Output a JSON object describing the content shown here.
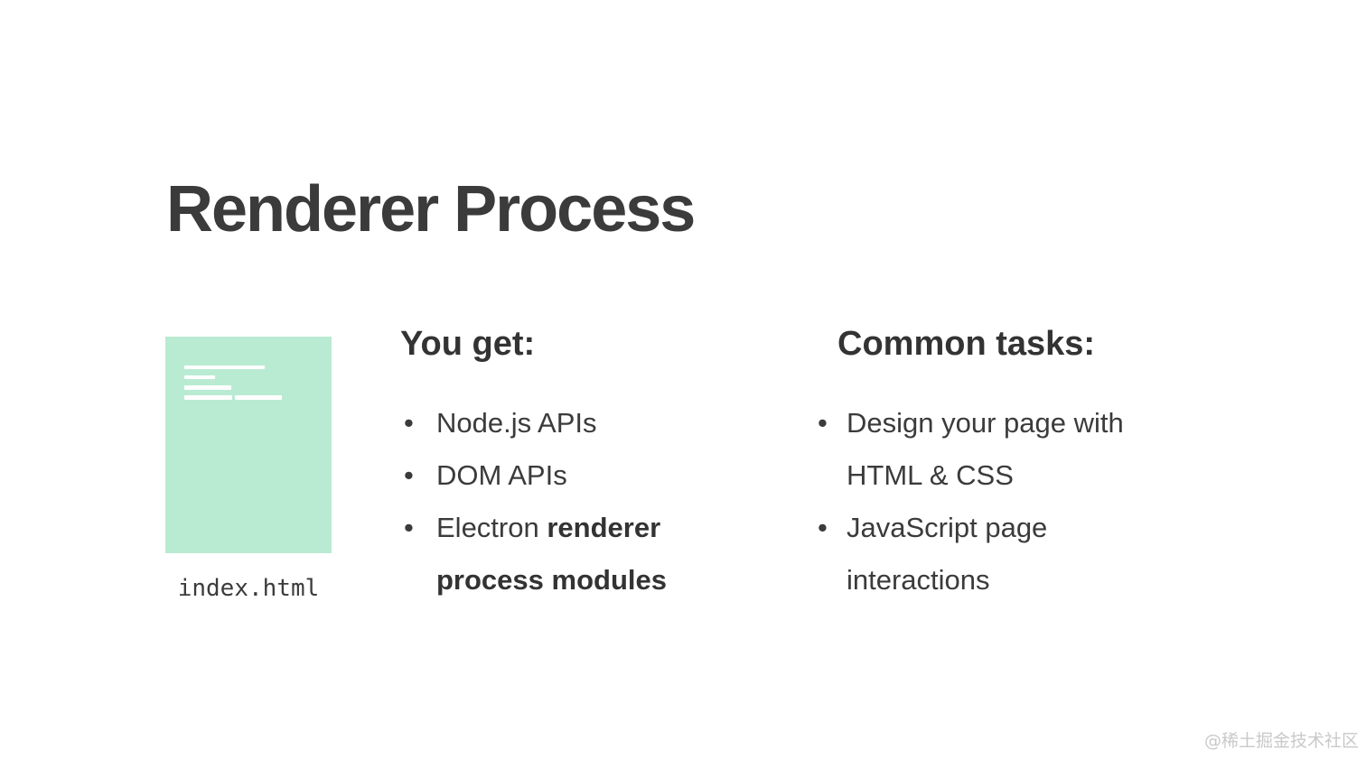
{
  "slide": {
    "title": "Renderer Process",
    "bullet_glyph": "•",
    "file": {
      "name": "index.html"
    },
    "columns": [
      {
        "heading": "You get:",
        "items": [
          {
            "text": "Node.js APIs"
          },
          {
            "text": "DOM APIs"
          },
          {
            "prefix": "Electron ",
            "bold": "renderer process modules"
          }
        ]
      },
      {
        "heading": "Common tasks:",
        "items": [
          {
            "text": "Design your page with HTML & CSS"
          },
          {
            "text": "JavaScript page interactions"
          }
        ]
      }
    ],
    "watermark": "@稀土掘金技术社区",
    "colors": {
      "accent_mint": "#b9ebd3",
      "text": "#3b3b3b",
      "watermark": "#c9c9c9"
    }
  }
}
